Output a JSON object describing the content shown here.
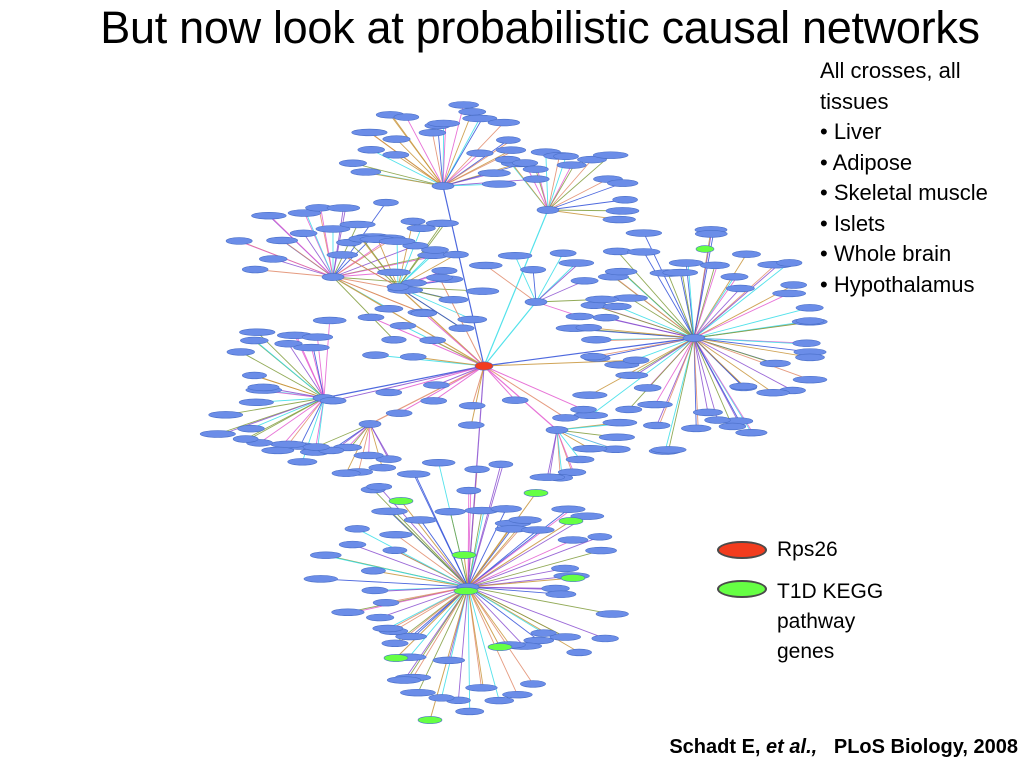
{
  "title": "But now look at probabilistic causal networks",
  "tissues": {
    "heading": "All crosses, all tissues",
    "items": [
      "• Liver",
      "• Adipose",
      "• Skeletal muscle",
      "• Islets",
      "• Whole brain",
      "• Hypothalamus"
    ]
  },
  "legend": {
    "rps26": {
      "label": "Rps26",
      "color": "#f23c1e"
    },
    "t1d": {
      "label": "T1D KEGG pathway genes",
      "color": "#66ff44"
    }
  },
  "citation": {
    "author": "Schadt E,",
    "etal": "et al.,",
    "journal": "PLoS Biology, 2008"
  },
  "network_colors": {
    "node": "#6b8de8",
    "node_stroke": "#4a6fc8",
    "edges": [
      "#35dde8",
      "#8a4fd0",
      "#e35ad0",
      "#c8943a",
      "#7f9b3a",
      "#2f4fd8",
      "#e08a6a"
    ]
  }
}
